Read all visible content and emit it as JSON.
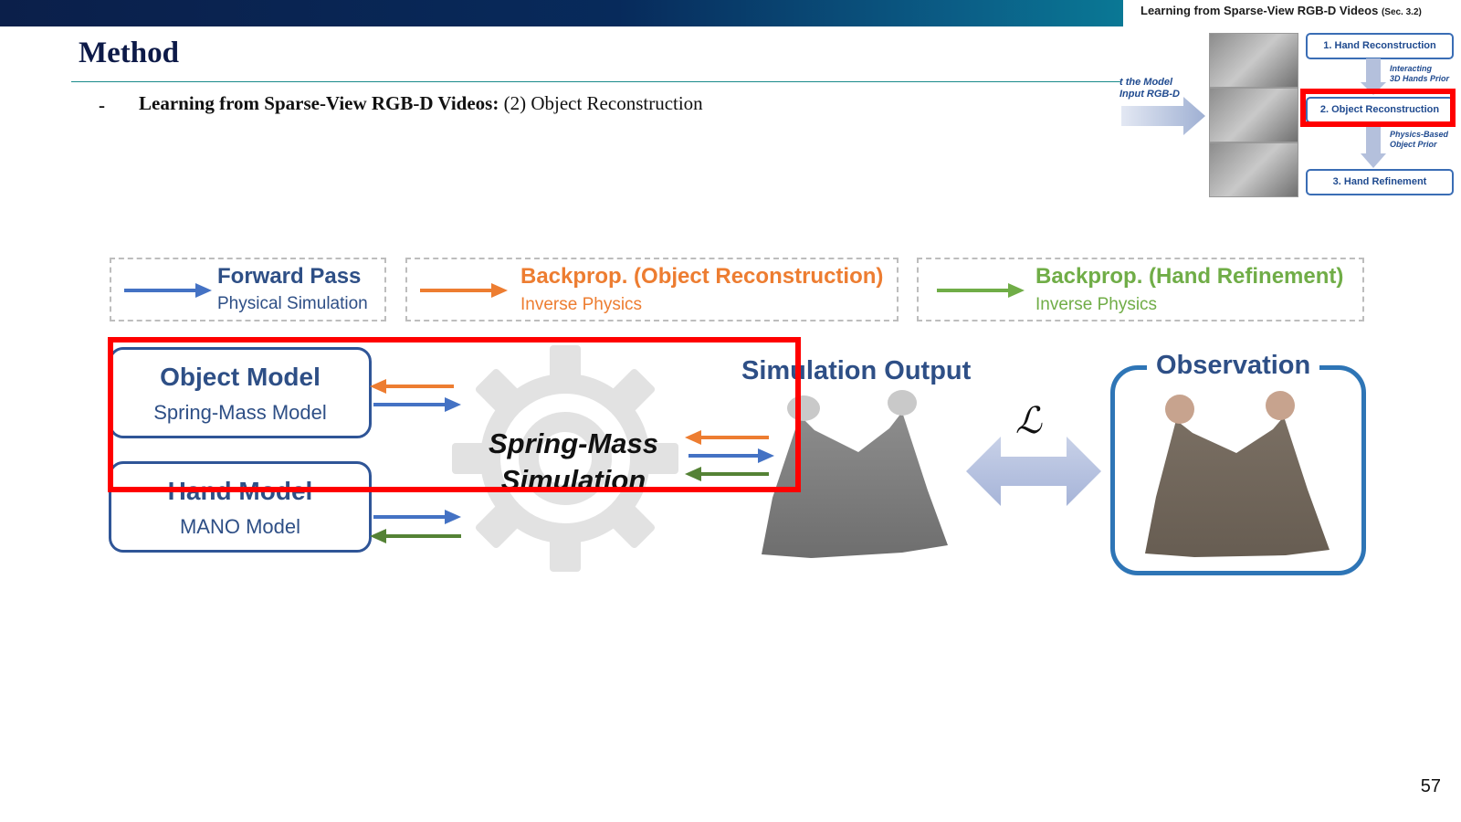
{
  "header": {
    "title": "Method",
    "bullet_dash": "-",
    "bullet_bold": "Learning from Sparse-View RGB-D Videos:",
    "bullet_rest": " (2) Object Reconstruction",
    "page_number": "57"
  },
  "inset": {
    "title": "Learning from Sparse-View RGB-D Videos",
    "section": "(Sec. 3.2)",
    "cut_text_1": "t the Model",
    "cut_text_2": "Input RGB-D",
    "steps": [
      "1. Hand Reconstruction",
      "2. Object Reconstruction",
      "3. Hand Refinement"
    ],
    "note_1a": "Interacting",
    "note_1b": "3D Hands Prior",
    "note_2a": "Physics-Based",
    "note_2b": "Object Prior",
    "highlighted_step": "2. Object Reconstruction"
  },
  "legend": {
    "forward": {
      "label": "Forward Pass",
      "sub": "Physical Simulation",
      "color": "#4472c4"
    },
    "backprop_object": {
      "label": "Backprop. (Object Reconstruction)",
      "sub": "Inverse Physics",
      "color": "#ed7d31"
    },
    "backprop_hand": {
      "label": "Backprop. (Hand Refinement)",
      "sub": "Inverse Physics",
      "color": "#70ad47"
    }
  },
  "diagram": {
    "object_model": {
      "title": "Object Model",
      "sub": "Spring-Mass Model"
    },
    "hand_model": {
      "title": "Hand Model",
      "sub": "MANO Model"
    },
    "simulation_line1": "Spring-Mass",
    "simulation_line2": "Simulation",
    "simulation_output": "Simulation Output",
    "observation": "Observation",
    "loss_symbol": "ℒ",
    "highlight_color": "#ff0000"
  },
  "icons": [
    "gear-icon",
    "double-arrow-icon",
    "arrow-right-icon",
    "arrow-left-icon",
    "cloth-image"
  ]
}
